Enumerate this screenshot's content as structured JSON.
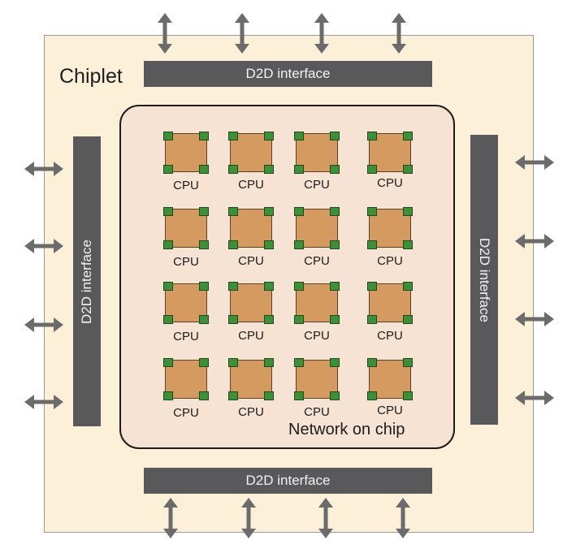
{
  "chiplet_label": "Chiplet",
  "interfaces": {
    "top": "D2D interface",
    "bottom": "D2D interface",
    "left": "D2D interface",
    "right": "D2D interface"
  },
  "noc_label": "Network on chip",
  "cpu_grid": [
    [
      "CPU",
      "CPU",
      "CPU",
      "CPU"
    ],
    [
      "CPU",
      "CPU",
      "CPU",
      "CPU"
    ],
    [
      "CPU",
      "CPU",
      "CPU",
      "CPU"
    ],
    [
      "CPU",
      "CPU",
      "CPU",
      "CPU"
    ]
  ],
  "colors": {
    "chiplet_fill": "#fcf1d8",
    "noc_fill": "#f6e3d3",
    "interface_fill": "#59595b",
    "cpu_core": "#d59a5f",
    "cpu_pad": "#3f8f3a",
    "arrow": "#6b6b6b"
  }
}
